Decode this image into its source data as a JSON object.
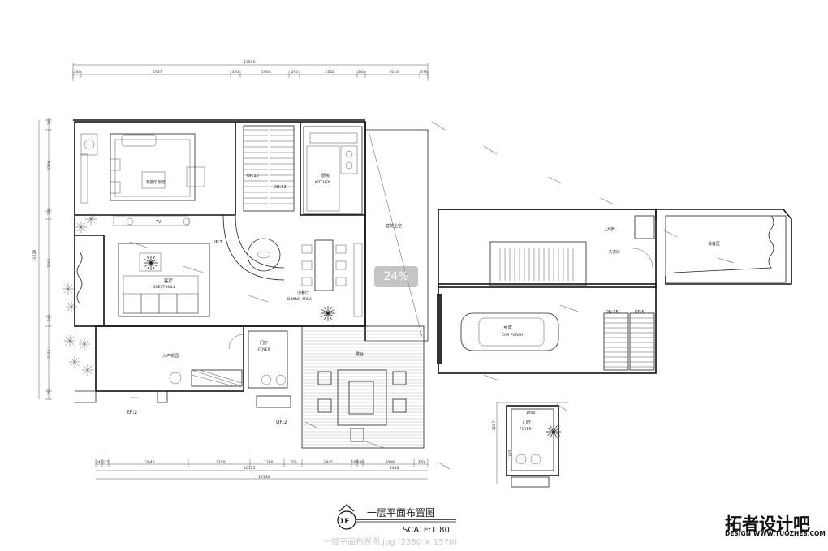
{
  "viewer": {
    "zoom": "24%",
    "filename_caption": "一层平面布置图.jpg (2380 × 1570)"
  },
  "plan": {
    "title": "一层平面布置图",
    "badge": "1F",
    "scale": "SCALE:1:80",
    "rooms": {
      "living": "家庭厅 影音",
      "kitchen_cn": "厨房",
      "kitchen_en": "KITCHEN",
      "guest_cn": "客厅",
      "guest_en": "GUEST HALL",
      "dining_cn": "小餐厅",
      "dining_en": "DINING AREA",
      "void": "庭院上空",
      "entrance": "入户花园",
      "foyer_cn": "门厅",
      "foyer_en": "FOYER",
      "terrace": "露台",
      "garage_cn": "车库",
      "garage_en": "CAR PORCH",
      "store": "设备区",
      "upstairs": "上6步",
      "laundry": "洗衣间",
      "foyer2_cn": "门厅",
      "foyer2_en": "FOYER",
      "tv": "TV"
    },
    "stair_labels": {
      "up15": "UP:15",
      "dn22": "DN:22",
      "up7": "UP:7",
      "ep2": "EP:2",
      "up2": "UP:2",
      "dn15": "DN:15",
      "up5": "UP:5"
    },
    "dims_top": {
      "total": "13550",
      "segments": [
        "240",
        "5737",
        "295",
        "1900",
        "295",
        "2352",
        "240",
        "2016",
        "370"
      ]
    },
    "dims_left": {
      "segments": [
        "240",
        "3349",
        "256",
        "3600",
        "240",
        "2320",
        "250"
      ],
      "total": "10229"
    },
    "dims_bottom": {
      "segments": [
        "345",
        "215",
        "2840",
        "2250",
        "1300",
        "700",
        "1845",
        "190",
        "240",
        "2048",
        "370"
      ],
      "sub1": "10125",
      "sub2": "2418",
      "total": "12540"
    },
    "dims_foyer": {
      "top": "1950",
      "left1": "1207",
      "left2": "1335"
    }
  },
  "logo": {
    "main": "拓者设计吧",
    "sub_left": "DESIGN",
    "sub_right": "WWW.TUOZHE8.COM"
  }
}
